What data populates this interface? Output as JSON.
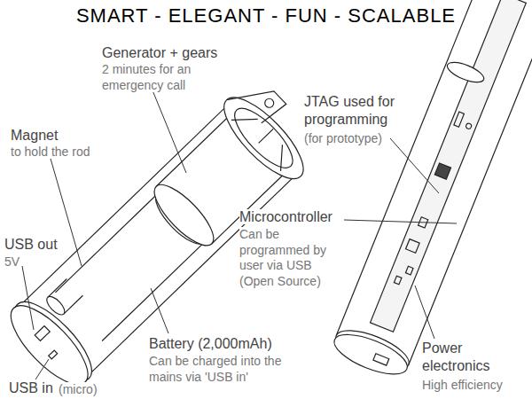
{
  "diagram": {
    "title": "SMART - ELEGANT - FUN - SCALABLE",
    "labels": [
      "Generator + gears",
      "2 minutes for an emergency call",
      "Magnet",
      "to hold the rod",
      "USB out",
      "5V",
      "USB in",
      "(micro)",
      "JTAG used for programming",
      "(for prototype)",
      "Microcontroller",
      "Can be programmed by user via USB (Open Source)",
      "Battery (2,000mAh)",
      "Can be charged into the mains via 'USB in'",
      "Power electronics",
      "High efficiency"
    ]
  }
}
